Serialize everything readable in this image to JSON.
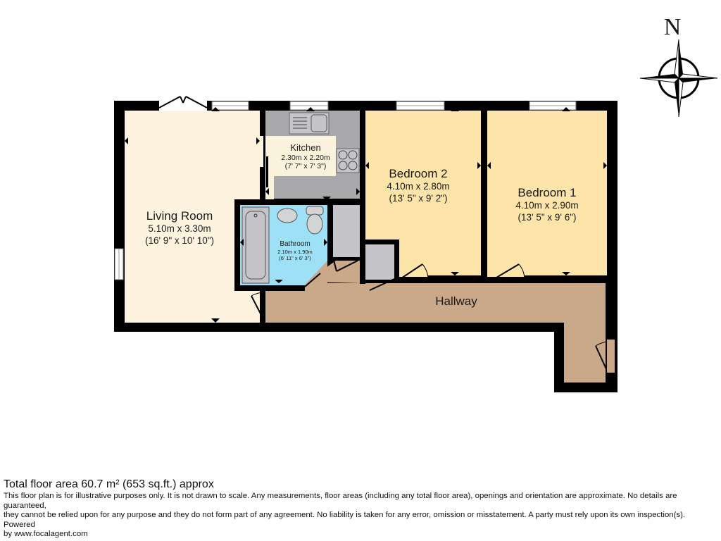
{
  "compass": {
    "north_label": "N",
    "icon": "compass-rose-icon"
  },
  "rooms": {
    "living_room": {
      "name": "Living Room",
      "metric": "5.10m x 3.30m",
      "imperial": "(16' 9\" x 10' 10\")"
    },
    "kitchen": {
      "name": "Kitchen",
      "metric": "2.30m x 2.20m",
      "imperial": "(7' 7\" x 7' 3\")"
    },
    "bathroom": {
      "name": "Bathroom",
      "metric": "2.10m x 1.90m",
      "imperial": "(6' 11\" x 6' 3\")"
    },
    "bedroom_2": {
      "name": "Bedroom 2",
      "metric": "4.10m x 2.80m",
      "imperial": "(13' 5\" x 9' 2\")"
    },
    "bedroom_1": {
      "name": "Bedroom 1",
      "metric": "4.10m x 2.90m",
      "imperial": "(13' 5\" x 9' 6\")"
    },
    "hallway": {
      "name": "Hallway"
    }
  },
  "colors": {
    "living_room": "#fdf3df",
    "kitchen_floor": "#fbf2dc",
    "kitchen_counter": "#a9a8ab",
    "bedroom": "#fde4a9",
    "bathroom": "#9ee0f5",
    "hallway": "#c9a98a",
    "storage": "#c5c4c8",
    "wall": "#000000"
  },
  "footer": {
    "total_area": "Total floor area 60.7 m² (653 sq.ft.) approx",
    "disclaimer_line1": "This floor plan is for illustrative purposes only. It is not drawn to scale. Any measurements, floor areas (including any total floor area), openings and orientation are approximate. No details are guaranteed,",
    "disclaimer_line2": "they cannot be relied upon for any purpose and they do not form part of any agreement. No liability is taken for any error, omission or misstatement. A party must rely upon its own inspection(s). Powered",
    "disclaimer_line3": "by www.focalagent.com"
  }
}
